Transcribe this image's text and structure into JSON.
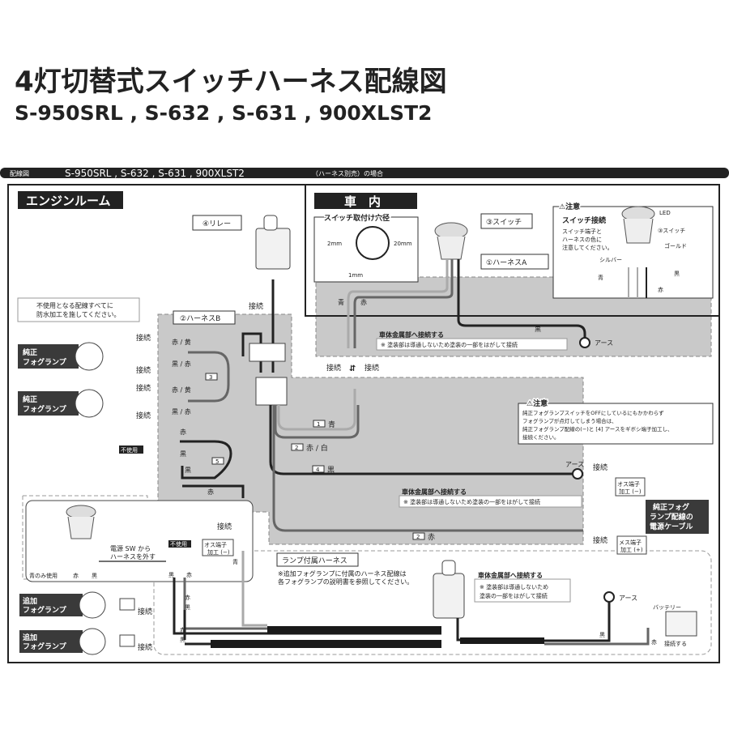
{
  "title": "4灯切替式スイッチハーネス配線図",
  "subtitle": "S-950SRL , S-632 , S-631 , 900XLST2",
  "bar": {
    "tag": "配線図",
    "models": "S-950SRL , S-632 , S-631 , 900XLST2",
    "suffix": "（ハーネス別売）の場合"
  },
  "engine_room": {
    "label": "エンジンルーム",
    "relay_label": "④リレー",
    "harness_b_label": "②ハーネスB",
    "waterproof_note": [
      "不使用となる配線すべてに",
      "防水加工を施してください。"
    ],
    "oem_fog": "純正\nフォグランプ",
    "oem_fog_l1": "純正",
    "oem_fog_l2": "フォグランプ",
    "connect": "接続",
    "unused": "不使用",
    "wire_red_yellow": "赤 / 黄",
    "wire_black_red": "黒 / 赤",
    "wire_red": "赤",
    "wire_black": "黒",
    "wire_blue": "青",
    "num1": "1",
    "num2": "2",
    "num3": "3",
    "num4": "4",
    "num5": "5",
    "wire1": "青",
    "wire2": "赤 / 白",
    "wire4": "黒",
    "wire2b": "赤",
    "earth": "アース",
    "body_ground_title": "車体金属部へ接続する",
    "body_ground_note": "※ 塗装部は導通しないため塗装の一部をはがして接続",
    "male_terminal": [
      "オス端子",
      "加工 (−)"
    ],
    "female_terminal": [
      "メス端子",
      "加工 (+)"
    ],
    "oem_power_cable": [
      "純正フォグ",
      "ランプ配線の",
      "電源ケーブル"
    ],
    "caution_title": "⚠注意",
    "caution_lines": [
      "純正フォグランプスイッチをOFFにしているにもかかわらず",
      "フォグランプが点灯してしまう場合は、",
      "純正フォグランプ配線の(−)と [4] アースをギボシ端子加工し、",
      "接続ください。"
    ]
  },
  "cabin": {
    "label": "車　内",
    "hole_title": "スイッチ取付け穴径",
    "dim_2mm": "2mm",
    "dim_20mm": "20mm",
    "dim_1mm": "1mm",
    "switch_label": "③スイッチ",
    "harness_a_label": "①ハーネスA",
    "wire_blue": "青",
    "wire_red": "赤",
    "wire_black": "黒",
    "caution_title": "⚠注意",
    "caution_sub": "スイッチ接続",
    "caution_text": [
      "スイッチ端子と",
      "ハーネスの色に",
      "注意してください。"
    ],
    "led": "LED",
    "switch": "③スイッチ",
    "gold": "ゴールド",
    "silver": "シルバー",
    "c_blue": "青",
    "c_black": "黒",
    "c_red": "赤"
  },
  "lamp_harness": {
    "label": "ランプ付属ハーネス",
    "note": [
      "※追加フォグランプに付属のハーネス配線は",
      "各フォグランプの説明書を参照してください。"
    ],
    "power_sw": [
      "電源 SW から",
      "ハーネスを外す"
    ],
    "blue_only": "青のみ使用",
    "red": "赤",
    "black": "黒",
    "blue": "青",
    "unused": "不使用",
    "male_terminal": [
      "オス端子",
      "加工 (−)"
    ],
    "add_fog_l1": "追加",
    "add_fog_l2": "フォグランプ",
    "connect": "接続",
    "body_ground_title": "車体金属部へ接続する",
    "body_ground_note": [
      "※ 塗装部は導通しないため",
      "塗装の一部をはがして接続"
    ],
    "earth": "アース",
    "battery": "バッテリー",
    "connect_to": "接続する"
  }
}
